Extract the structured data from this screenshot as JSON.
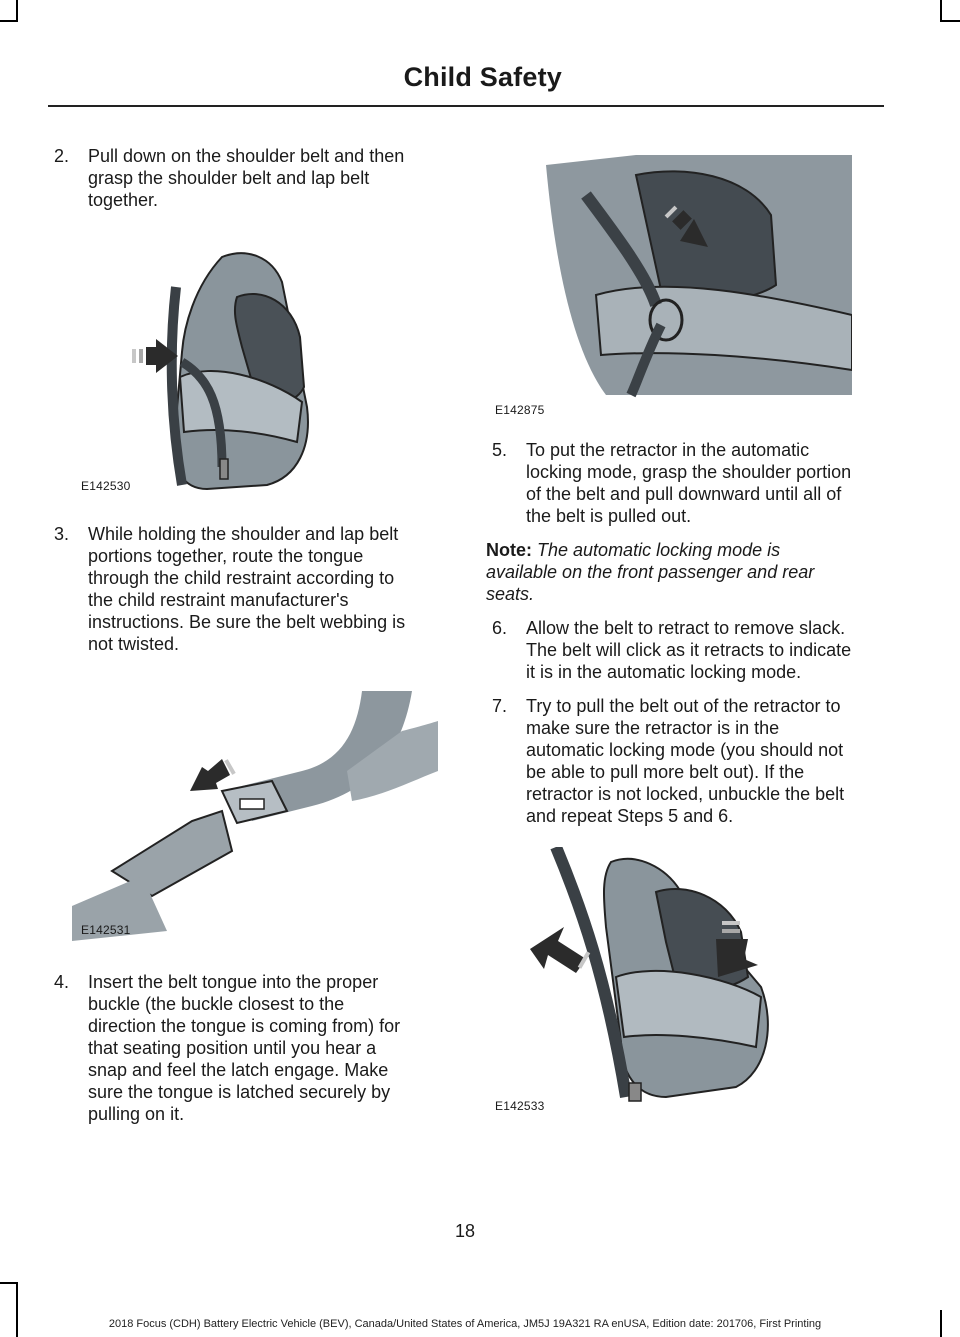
{
  "header": {
    "title": "Child Safety"
  },
  "steps": {
    "s2": {
      "num": "2.",
      "text": "Pull down on the shoulder belt and then grasp the shoulder belt and lap belt together."
    },
    "s3": {
      "num": "3.",
      "text": "While holding the shoulder and lap belt portions together, route the tongue through the child restraint according to the child restraint manufacturer's instructions. Be sure the belt webbing is not twisted."
    },
    "s4": {
      "num": "4.",
      "text": "Insert the belt tongue into the proper buckle (the buckle closest to the direction the tongue is coming from) for that seating position until you hear a snap and feel the latch engage. Make sure the tongue is latched securely by pulling on it."
    },
    "s5": {
      "num": "5.",
      "text": "To put the retractor in the automatic locking mode, grasp the shoulder portion of the belt and pull downward until all of the belt is pulled out."
    },
    "s6": {
      "num": "6.",
      "text": "Allow the belt to retract to remove slack. The belt will click as it retracts to indicate it is in the automatic locking mode."
    },
    "s7": {
      "num": "7.",
      "text": "Try to pull the belt out of the retractor to make sure the retractor is in the automatic locking mode (you should not be able to pull more belt out). If the retractor is not locked, unbuckle the belt and repeat Steps 5 and 6."
    }
  },
  "note": {
    "label": "Note:",
    "text": "The automatic locking mode is available on the front passenger and rear seats."
  },
  "figures": {
    "f1": "E142530",
    "f2": "E142531",
    "f3": "E142875",
    "f4": "E142533"
  },
  "page_number": "18",
  "footer": "2018 Focus (CDH) Battery Electric Vehicle (BEV), Canada/United States of America, JM5J 19A321 RA enUSA, Edition date: 201706, First Printing"
}
